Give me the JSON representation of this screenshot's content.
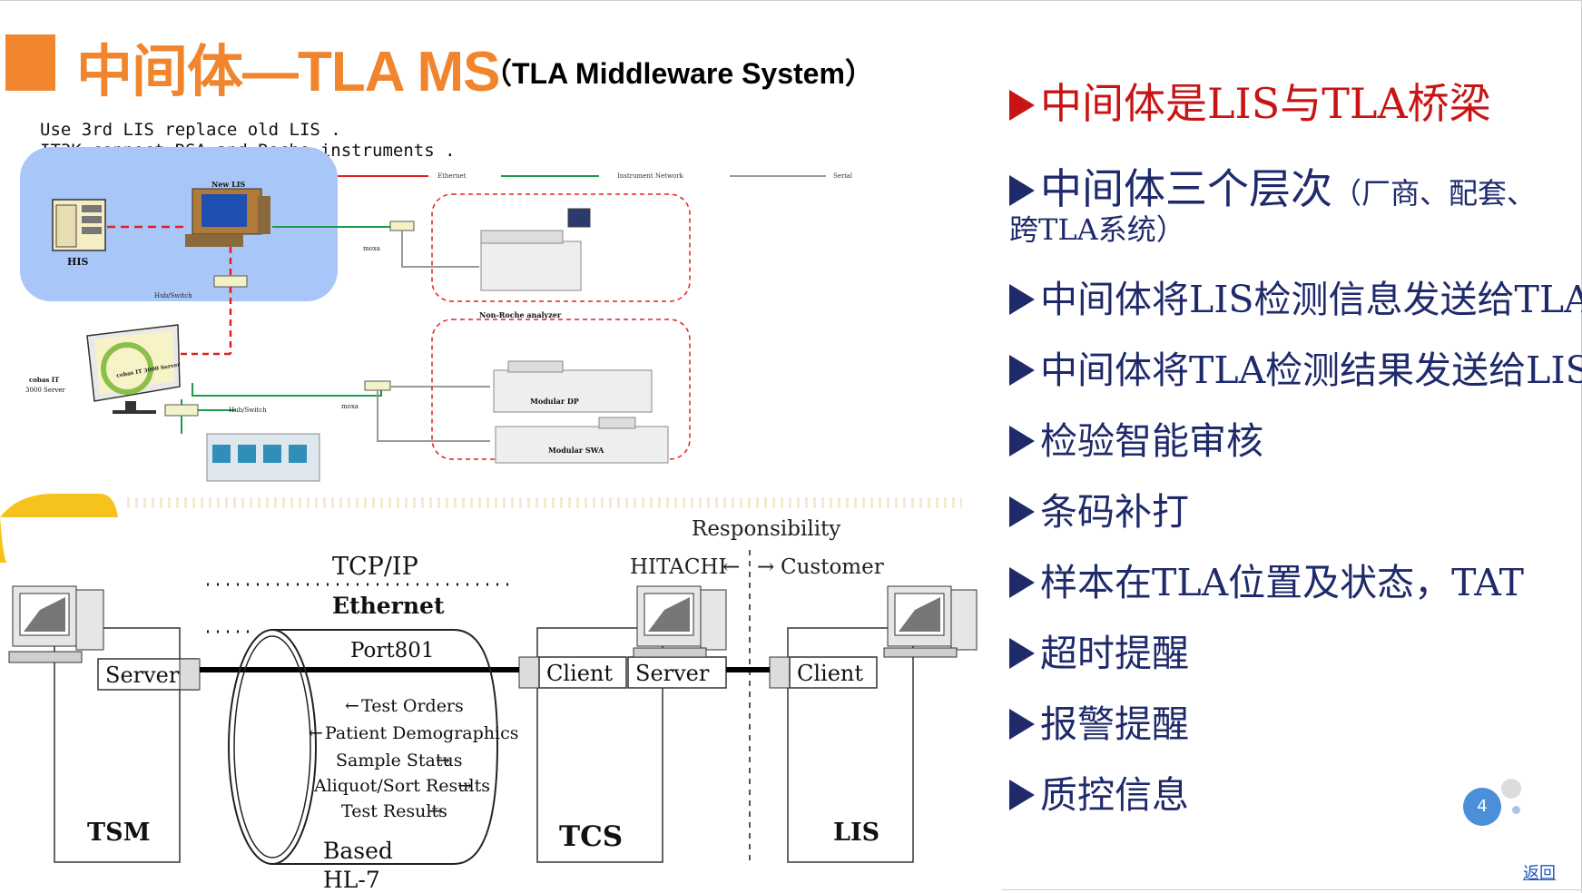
{
  "title": {
    "main": "中间体—TLA MS",
    "sub": "（TLA Middleware System）"
  },
  "notes": [
    "Use 3rd LIS replace old LIS .",
    "IT3K connect RSA and Roche instruments ."
  ],
  "network": {
    "legend": {
      "ethernet": "Ethernet",
      "instrument_network": "Instrument Network",
      "serial": "Serial"
    },
    "labels": {
      "new_lis": "New LIS",
      "his": "HIS",
      "hub_switch_top": "Hub/Switch",
      "moxa_top": "moxa",
      "non_roche": "Non-Roche analyzer",
      "cobas_it": "cobas IT",
      "server_3000": "3000 Server",
      "cobas_screen": "cobas IT 3000 Server",
      "hub_switch_bottom": "Hub/Switch",
      "moxa_bottom": "moxa",
      "modular_dp": "Modular DP",
      "modular_swa": "Modular SWA"
    },
    "colors": {
      "ethernet": "#e02020",
      "instrument_network": "#1a9a4a",
      "serial": "#9a9a9a",
      "lis_zone": "#a8c6f7"
    }
  },
  "protocol": {
    "responsibility": "Responsibility",
    "hitachi": "HITACHI",
    "customer": "Customer",
    "tcp_ip": "TCP/IP",
    "ethernet": "Ethernet",
    "port": "Port801",
    "server_left": "Server",
    "client_mid": "Client",
    "server_mid": "Server",
    "client_right": "Client",
    "messages": [
      "Test Orders",
      "Patient Demographics",
      "Sample Status",
      "Aliquot/Sort Results",
      "Test Results"
    ],
    "based": "Based",
    "hl7": "HL-7",
    "tsm": "TSM",
    "tcs": "TCS",
    "lis": "LIS"
  },
  "bullets": {
    "b1": "中间体是LIS与TLA桥梁",
    "b2": "中间体三个层次",
    "b2_small": "（厂商、配套、",
    "b2_cont": "跨TLA系统）",
    "b3": "中间体将LIS检测信息发送给TLA",
    "b4": "中间体将TLA检测结果发送给LIS",
    "b5": "检验智能审核",
    "b6": "条码补打",
    "b7": "样本在TLA位置及状态，TAT",
    "b8": "超时提醒",
    "b9": "报警提醒",
    "b10": "质控信息"
  },
  "page_number": "4",
  "return_link": "返回",
  "colors": {
    "accent": "#f0852d",
    "bullet": "#1f2a6b",
    "highlight": "#c81414",
    "page_badge": "#4a8fd8"
  }
}
